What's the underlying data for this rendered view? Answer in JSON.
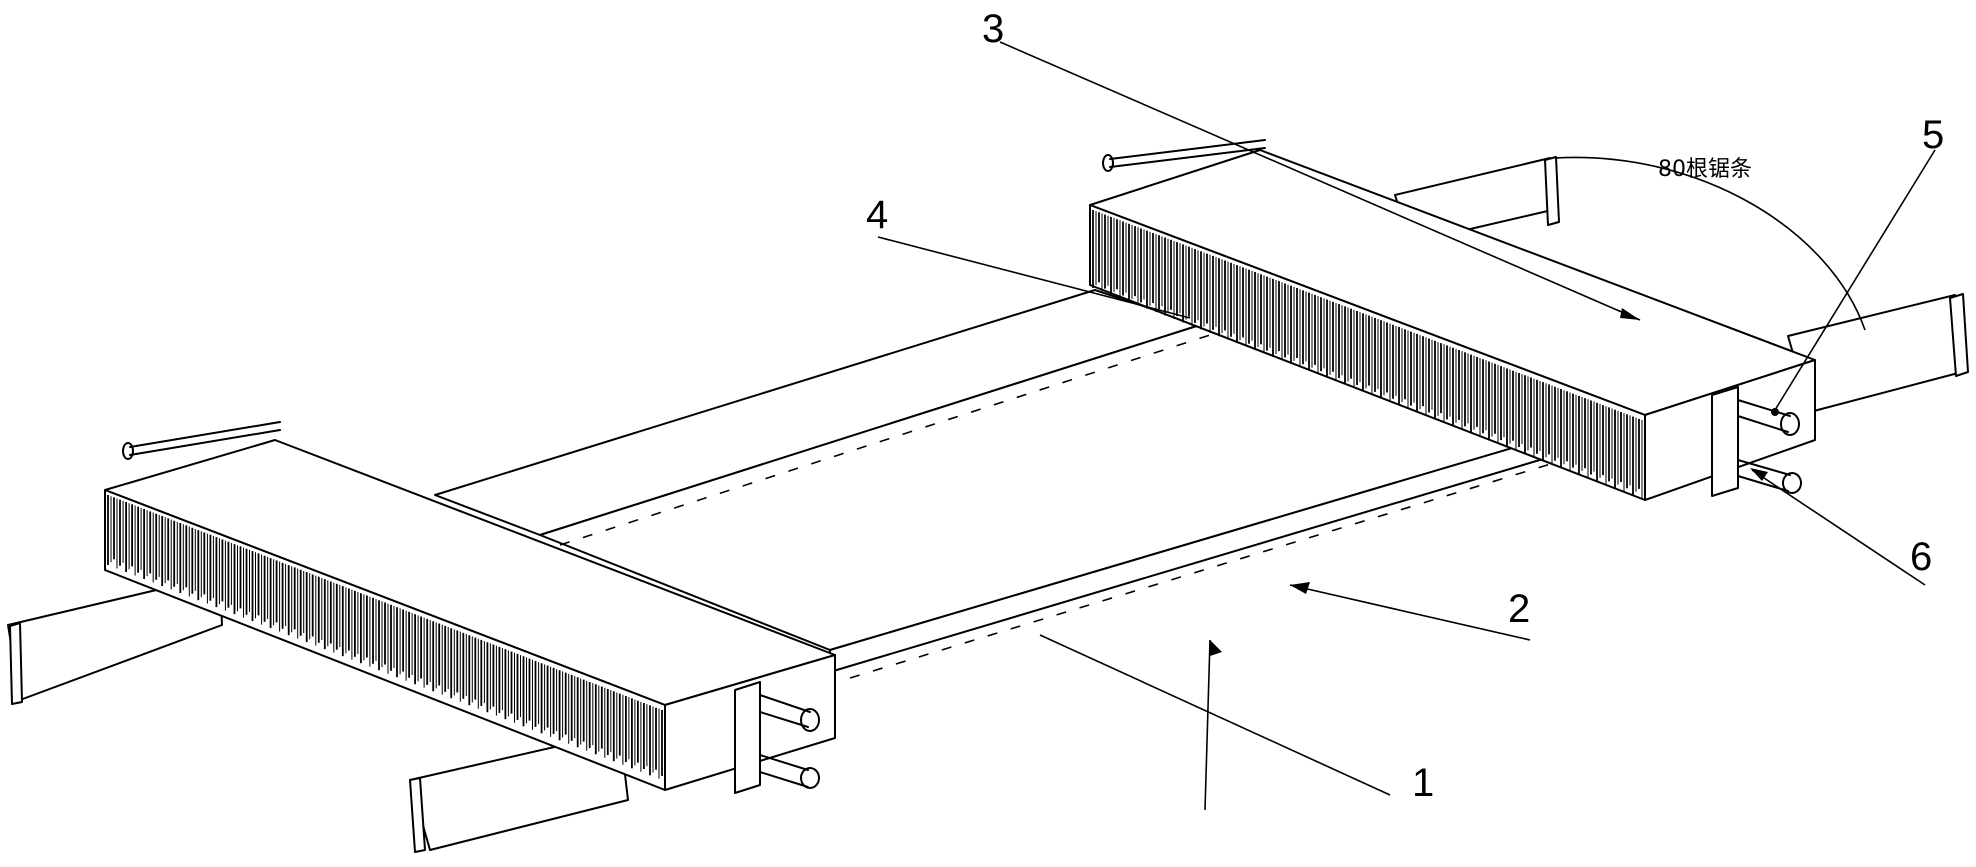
{
  "callouts": {
    "c1": "1",
    "c2": "2",
    "c3": "3",
    "c4": "4",
    "c5": "5",
    "c6": "6"
  },
  "annotation": "80根锯条"
}
